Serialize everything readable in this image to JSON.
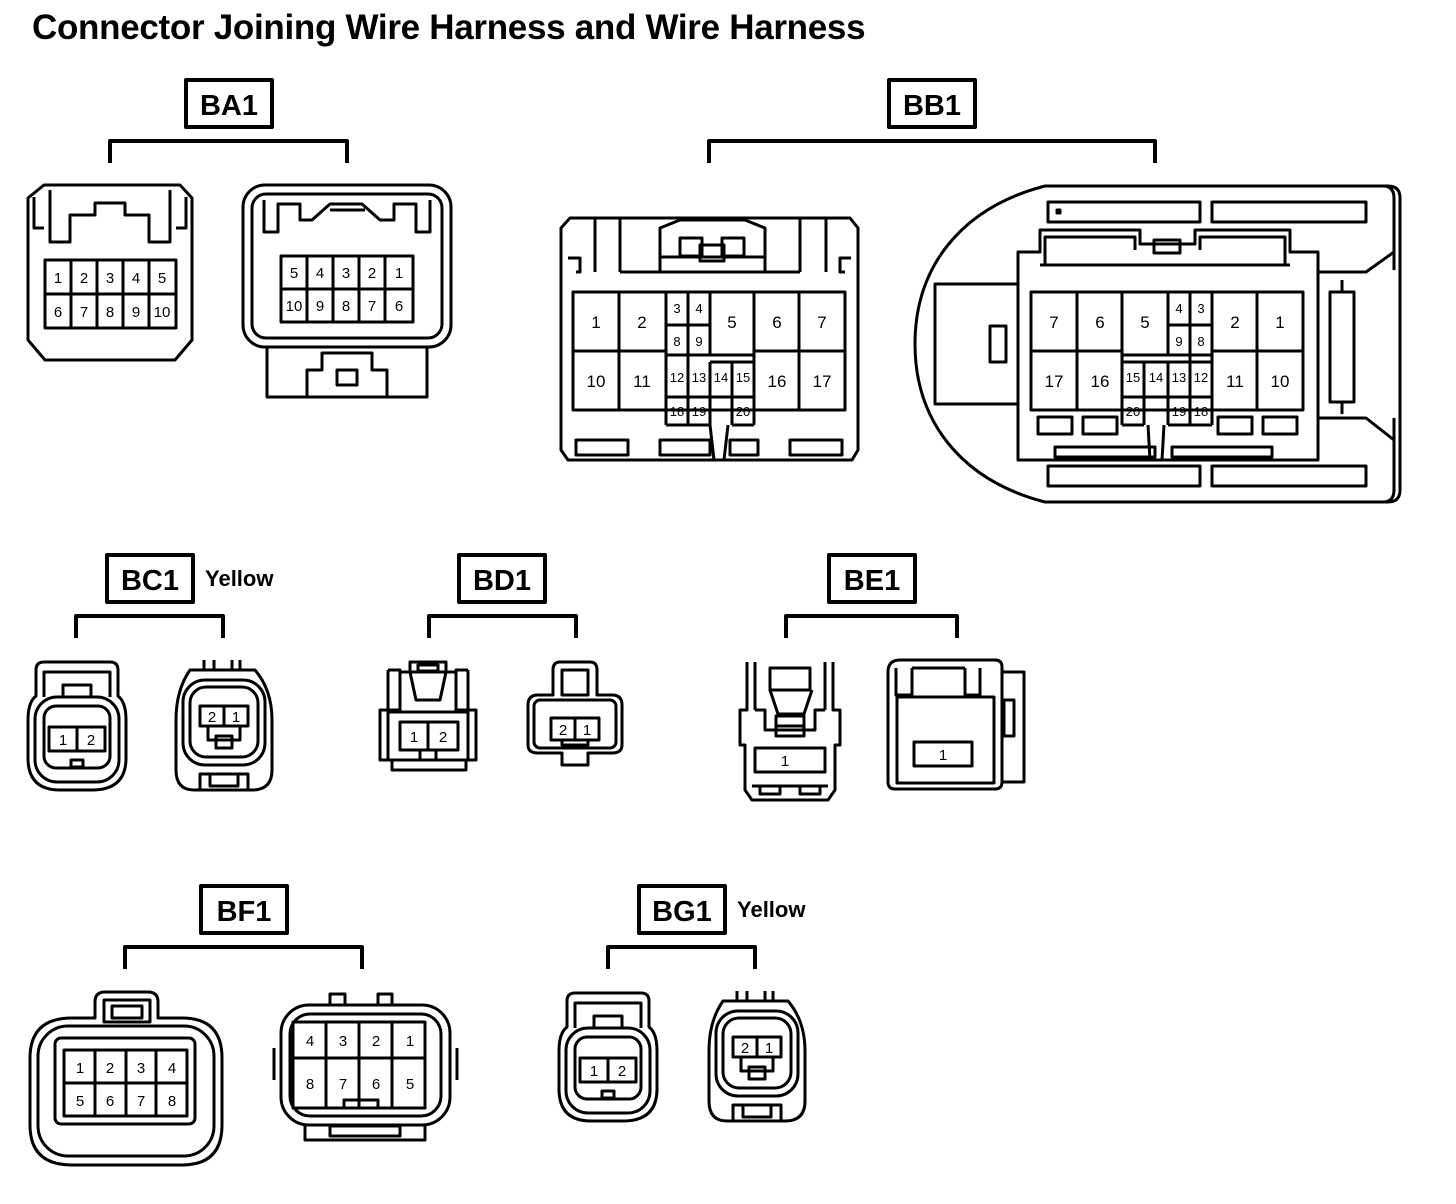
{
  "title": "Connector Joining Wire Harness and Wire Harness",
  "connectors": [
    {
      "id": "BA1",
      "color": "",
      "views": [
        {
          "pins": [
            "1",
            "2",
            "3",
            "4",
            "5",
            "6",
            "7",
            "8",
            "9",
            "10"
          ]
        },
        {
          "pins": [
            "5",
            "4",
            "3",
            "2",
            "1",
            "10",
            "9",
            "8",
            "7",
            "6"
          ]
        }
      ]
    },
    {
      "id": "BB1",
      "color": "",
      "views": [
        {
          "pins": [
            "1",
            "2",
            "3",
            "4",
            "5",
            "6",
            "7",
            "8",
            "9",
            "10",
            "11",
            "12",
            "13",
            "14",
            "15",
            "16",
            "17",
            "18",
            "19",
            "20"
          ]
        },
        {
          "pins": [
            "7",
            "6",
            "5",
            "4",
            "3",
            "2",
            "1",
            "9",
            "8",
            "17",
            "16",
            "15",
            "14",
            "13",
            "12",
            "11",
            "10",
            "20",
            "19",
            "18"
          ]
        }
      ]
    },
    {
      "id": "BC1",
      "color": "Yellow",
      "views": [
        {
          "pins": [
            "1",
            "2"
          ]
        },
        {
          "pins": [
            "2",
            "1"
          ]
        }
      ]
    },
    {
      "id": "BD1",
      "color": "",
      "views": [
        {
          "pins": [
            "1",
            "2"
          ]
        },
        {
          "pins": [
            "2",
            "1"
          ]
        }
      ]
    },
    {
      "id": "BE1",
      "color": "",
      "views": [
        {
          "pins": [
            "1"
          ]
        },
        {
          "pins": [
            "1"
          ]
        }
      ]
    },
    {
      "id": "BF1",
      "color": "",
      "views": [
        {
          "pins": [
            "1",
            "2",
            "3",
            "4",
            "5",
            "6",
            "7",
            "8"
          ]
        },
        {
          "pins": [
            "4",
            "3",
            "2",
            "1",
            "8",
            "7",
            "6",
            "5"
          ]
        }
      ]
    },
    {
      "id": "BG1",
      "color": "Yellow",
      "views": [
        {
          "pins": [
            "1",
            "2"
          ]
        },
        {
          "pins": [
            "2",
            "1"
          ]
        }
      ]
    }
  ]
}
